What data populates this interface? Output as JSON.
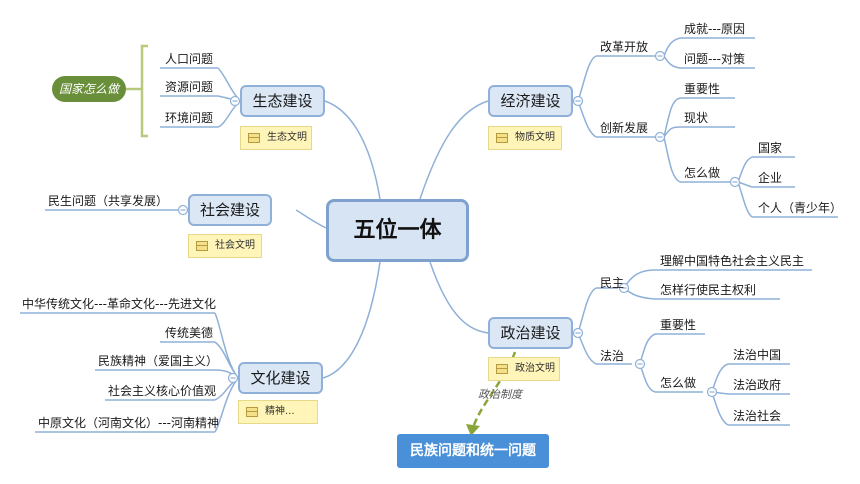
{
  "central": "五位一体",
  "eco": {
    "title": "生态建设",
    "note": "生态文明",
    "items": [
      "人口问题",
      "资源问题",
      "环境问题"
    ],
    "tag": "国家怎么做"
  },
  "social": {
    "title": "社会建设",
    "note": "社会文明",
    "items": [
      "民生问题（共享发展）"
    ]
  },
  "culture": {
    "title": "文化建设",
    "note": "精神...",
    "items": [
      "中华传统文化---革命文化---先进文化",
      "传统美德",
      "民族精神（爱国主义）",
      "社会主义核心价值观",
      "中原文化（河南文化）---河南精神"
    ]
  },
  "economy": {
    "title": "经济建设",
    "note": "物质文明",
    "reform": {
      "label": "改革开放",
      "items": [
        "成就---原因",
        "问题---对策"
      ]
    },
    "innovation": {
      "label": "创新发展",
      "items": [
        "重要性",
        "现状"
      ],
      "how": {
        "label": "怎么做",
        "items": [
          "国家",
          "企业",
          "个人（青少年）"
        ]
      }
    }
  },
  "politics": {
    "title": "政治建设",
    "note": "政治文明",
    "democracy": {
      "label": "民主",
      "items": [
        "理解中国特色社会主义民主",
        "怎样行使民主权利"
      ]
    },
    "law": {
      "label": "法治",
      "items": [
        "重要性"
      ],
      "how": {
        "label": "怎么做",
        "items": [
          "法治中国",
          "法治政府",
          "法治社会"
        ]
      }
    },
    "link_label": "政治制度",
    "linked": "民族问题和统一问题"
  },
  "colors": {
    "node_fill": "#dbe7f5",
    "node_border": "#8fb0d8",
    "line": "#8fb0d8",
    "tag": "#6a8f3b",
    "linked": "#4a90d9"
  }
}
